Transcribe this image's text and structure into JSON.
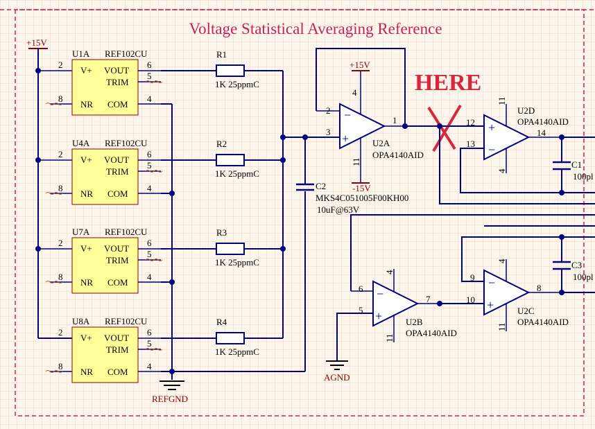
{
  "title": "Voltage Statistical Averaging Reference",
  "annotation": "HERE",
  "colors": {
    "background": "#fdf6ec",
    "grid": "#f0d5c8",
    "wire": "#000080",
    "component_fill": "#ffff99",
    "title": "#c0245c",
    "annotation": "#d7263d",
    "border": "#c0245c"
  },
  "power": {
    "pos15_left": "+15V",
    "pos15_amp": "+15V",
    "neg15": "-15V",
    "refgnd": "REFGND",
    "agnd": "AGND"
  },
  "refs": [
    {
      "designator": "U1A",
      "part": "REF102CU",
      "pins": {
        "vplus": "2",
        "vout": "6",
        "trim": "5",
        "nr": "8",
        "com": "4"
      }
    },
    {
      "designator": "U4A",
      "part": "REF102CU",
      "pins": {
        "vplus": "2",
        "vout": "6",
        "trim": "5",
        "nr": "8",
        "com": "4"
      }
    },
    {
      "designator": "U7A",
      "part": "REF102CU",
      "pins": {
        "vplus": "2",
        "vout": "6",
        "trim": "5",
        "nr": "8",
        "com": "4"
      }
    },
    {
      "designator": "U8A",
      "part": "REF102CU",
      "pins": {
        "vplus": "2",
        "vout": "6",
        "trim": "5",
        "nr": "8",
        "com": "4"
      }
    }
  ],
  "ref_pin_names": {
    "vplus": "V+",
    "vout": "VOUT",
    "trim": "TRIM",
    "nr": "NR",
    "com": "COM"
  },
  "resistors": [
    {
      "designator": "R1",
      "value": "1K 25ppmC"
    },
    {
      "designator": "R2",
      "value": "1K 25ppmC"
    },
    {
      "designator": "R3",
      "value": "1K 25ppmC"
    },
    {
      "designator": "R4",
      "value": "1K 25ppmC"
    }
  ],
  "caps": {
    "c2": {
      "designator": "C2",
      "part": "MKS4C051005F00KH00",
      "value": "10uF@63V"
    },
    "c1": {
      "designator": "C1",
      "value": "100pl"
    },
    "c3": {
      "designator": "C3",
      "value": "100pl"
    }
  },
  "opamps": {
    "u2a": {
      "designator": "U2A",
      "part": "OPA4140AID",
      "pins": {
        "inv": "2",
        "noninv": "3",
        "out": "1",
        "vpos": "4",
        "vneg": "11"
      }
    },
    "u2d": {
      "designator": "U2D",
      "part": "OPA4140AID",
      "pins": {
        "noninv": "12",
        "inv": "13",
        "out": "14",
        "vpos": "11",
        "vneg": "4"
      }
    },
    "u2b": {
      "designator": "U2B",
      "part": "OPA4140AID",
      "pins": {
        "inv": "6",
        "noninv": "5",
        "out": "7",
        "vpos": "4",
        "vneg": "11"
      }
    },
    "u2c": {
      "designator": "U2C",
      "part": "OPA4140AID",
      "pins": {
        "inv": "9",
        "noninv": "10",
        "out": "8",
        "vpos": "4",
        "vneg": "11"
      }
    }
  },
  "symbols": {
    "minus": "−",
    "plus": "+"
  }
}
